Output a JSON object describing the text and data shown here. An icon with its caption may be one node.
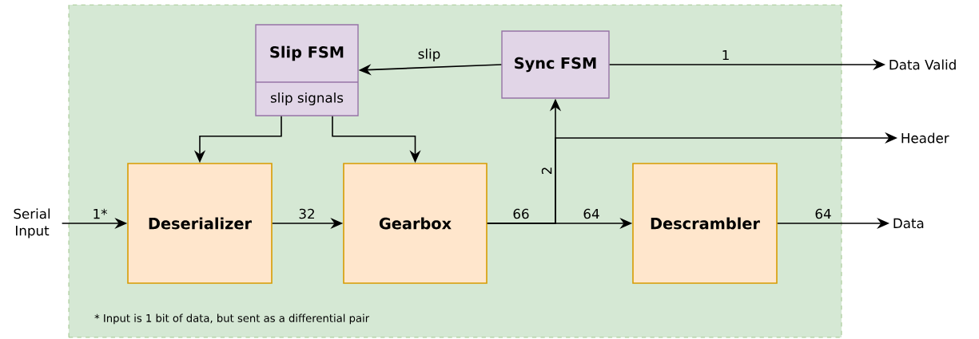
{
  "diagram": {
    "nodes": [
      {
        "text": [],
        "shape": "box"
      },
      {
        "text": [
          "Slip FSM",
          "slip signals"
        ],
        "in": 0
      },
      {
        "text": [
          "Sync FSM"
        ],
        "in": 0
      },
      {
        "text": [
          "Deserializer"
        ],
        "in": 0
      },
      {
        "text": [
          "Gearbox"
        ],
        "in": 0
      },
      {
        "text": [
          "Descrambler"
        ],
        "in": 0
      },
      {
        "text": [
          "Serial Input"
        ]
      },
      {
        "text": [
          "Data Valid"
        ]
      },
      {
        "text": [
          "Header"
        ]
      },
      {
        "text": [
          "Data"
        ]
      }
    ],
    "edges": [
      {
        "from": 6,
        "to": 3,
        "arrow": "to",
        "label": "1*"
      },
      {
        "from": 3,
        "to": 4,
        "arrow": "to",
        "label": "32"
      },
      {
        "from": 1,
        "to": 3,
        "arrow": "to"
      },
      {
        "from": 1,
        "to": 4,
        "arrow": "to"
      },
      {
        "from": 2,
        "to": 1,
        "arrow": "to",
        "label": "slip"
      },
      {
        "from": 2,
        "to": 7,
        "arrow": "to",
        "label": "1"
      },
      {
        "from": 4,
        "to": 2,
        "arrow": "to",
        "label": "2"
      },
      {
        "from": 4,
        "to": 8,
        "arrow": "to"
      },
      {
        "from": 4,
        "to": 5,
        "arrow": "to",
        "label": "64"
      },
      {
        "from": 5,
        "to": 9,
        "arrow": "to",
        "label": "64"
      }
    ],
    "labels": [
      "66",
      "* Input is 1 bit of data, but sent as a differential pair"
    ]
  }
}
